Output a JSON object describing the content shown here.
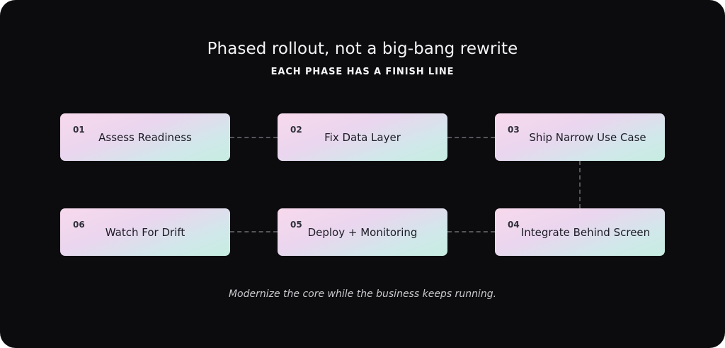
{
  "header": {
    "title": "Phased rollout, not a big-bang rewrite",
    "subtitle": "EACH PHASE HAS A FINISH LINE"
  },
  "phases": [
    {
      "number": "01",
      "label": "Assess Readiness"
    },
    {
      "number": "02",
      "label": "Fix Data Layer"
    },
    {
      "number": "03",
      "label": "Ship Narrow Use Case"
    },
    {
      "number": "04",
      "label": "Integrate Behind Screen"
    },
    {
      "number": "05",
      "label": "Deploy + Monitoring"
    },
    {
      "number": "06",
      "label": "Watch For Drift"
    }
  ],
  "footer": {
    "caption": "Modernize the core while the business keeps running."
  }
}
